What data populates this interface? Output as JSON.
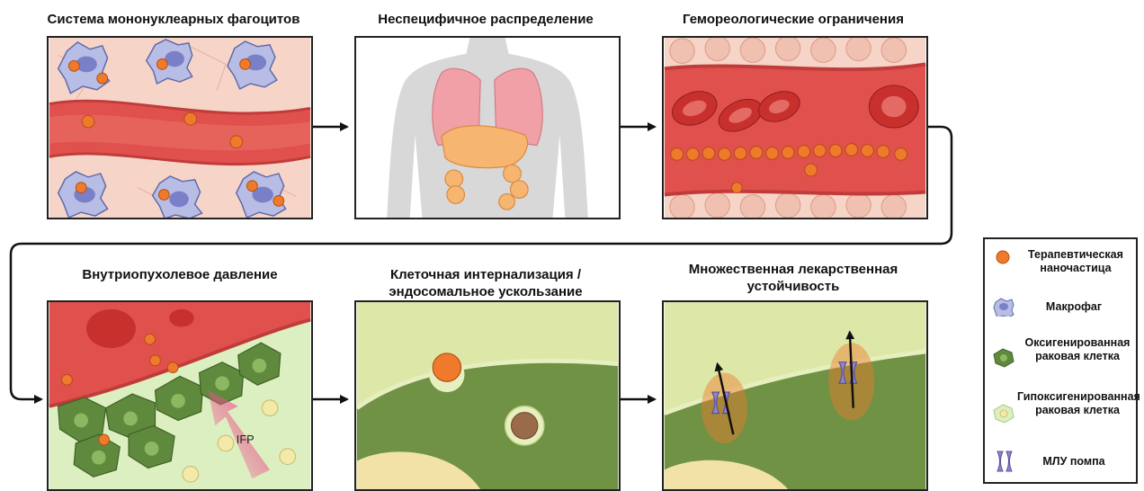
{
  "panels": {
    "mps": {
      "title": "Система мононуклеарных фагоцитов"
    },
    "nonspecific": {
      "title": "Неспецифичное распределение"
    },
    "hemorheology": {
      "title": "Гемореологические ограничения"
    },
    "pressure": {
      "title": "Внутриопухолевое давление",
      "ifp_label": "IFP"
    },
    "internalization": {
      "title_line1": "Клеточная интернализация /",
      "title_line2": "эндосомальное ускользание"
    },
    "mdr": {
      "title_line1": "Множественная лекарственная",
      "title_line2": "устойчивость"
    }
  },
  "legend": {
    "nanoparticle_line1": "Терапевтическая",
    "nanoparticle_line2": "наночастица",
    "macrophage": "Макрофаг",
    "oxy_line1": "Оксигенированная",
    "oxy_line2": "раковая клетка",
    "hypoxy_line1": "Гипоксигенированная",
    "hypoxy_line2": "раковая клетка",
    "mdr_pump": "МЛУ помпа"
  },
  "colors": {
    "nanoparticle": "#f07a2c",
    "vessel": "#e0504c",
    "tissue": "#f6d5c8",
    "oxygenated_cell": "#5f8a3e",
    "hypoxic_cell": "#dcefc0",
    "macrophage": "#b8bde6",
    "pump": "#8f86c9"
  }
}
